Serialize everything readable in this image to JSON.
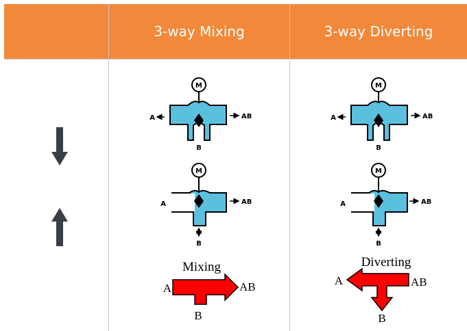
{
  "table": {
    "headers": [
      "",
      "3-way Mixing",
      "3-way Diverting"
    ]
  },
  "valve_labels": {
    "motor": "M",
    "port_a": "A",
    "port_ab": "AB",
    "port_b": "B"
  },
  "mixing_symbol": {
    "title": "Mixing",
    "port_a": "A",
    "port_ab": "AB",
    "port_b": "B"
  },
  "diverting_symbol": {
    "title": "Diverting",
    "port_a": "A",
    "port_ab": "AB",
    "port_b": "B"
  },
  "direction_arrows": [
    "down-arrow",
    "up-arrow"
  ],
  "colors": {
    "header": "#F2893A",
    "fluid": "#5BC0DE",
    "flow_arrow": "#FF0000",
    "direction_arrow": "#3A3F47"
  }
}
